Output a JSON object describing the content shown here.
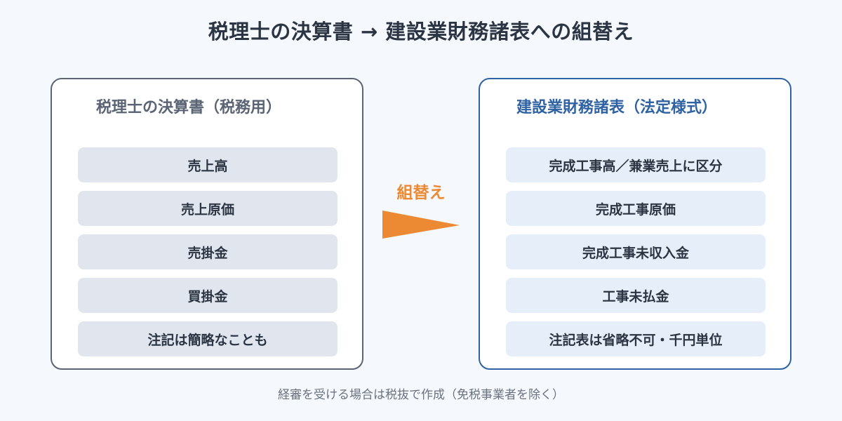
{
  "title": "税理士の決算書 → 建設業財務諸表への組替え",
  "left_panel": {
    "title": "税理士の決算書（税務用）",
    "items": [
      "売上高",
      "売上原価",
      "売掛金",
      "買掛金",
      "注記は簡略なことも"
    ]
  },
  "right_panel": {
    "title": "建設業財務諸表（法定様式）",
    "items": [
      "完成工事高／兼業売上に区分",
      "完成工事原価",
      "完成工事未収入金",
      "工事未払金",
      "注記表は省略不可・千円単位"
    ]
  },
  "arrow": {
    "label": "組替え",
    "color": "#ec8a33"
  },
  "footer": "経審を受ける場合は税抜で作成（免税事業者を除く）",
  "colors": {
    "left_border": "#5a6474",
    "right_border": "#2f62a3",
    "accent": "#ec8a33"
  }
}
